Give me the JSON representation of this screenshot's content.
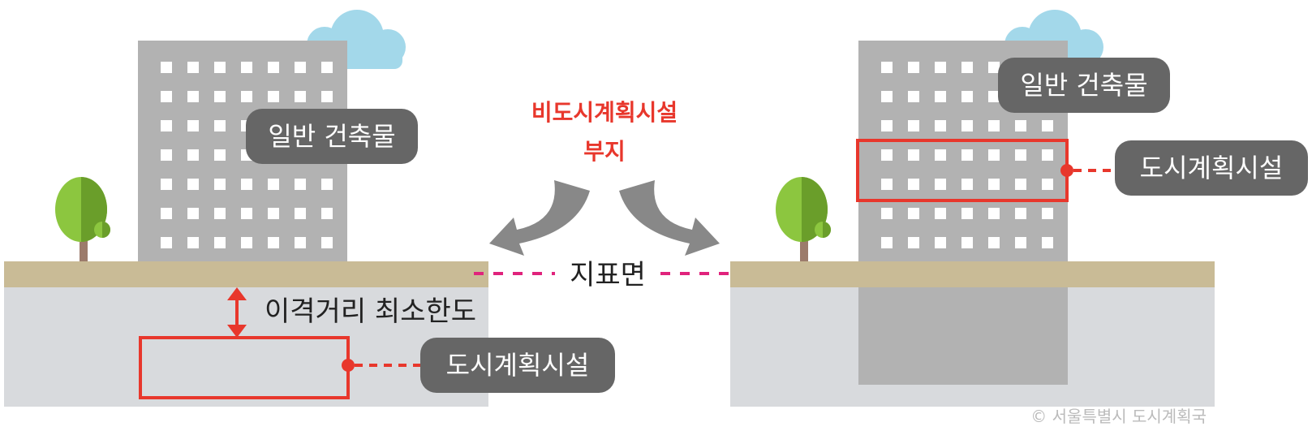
{
  "left_scene": {
    "building_label": "일반 건축물",
    "distance_label": "이격거리 최소한도",
    "facility_label": "도시계획시설"
  },
  "center": {
    "site_label_line1": "비도시계획시설",
    "site_label_line2": "부지",
    "ground_label": "지표면"
  },
  "right_scene": {
    "building_label": "일반 건축물",
    "facility_label": "도시계획시설"
  },
  "copyright": "© 서울특별시 도시계획국",
  "colors": {
    "accent_red": "#e8372c",
    "dash_pink": "#e0237c",
    "ground": "#c9bb96",
    "underground": "#d8dadd",
    "building": "#b2b2b2",
    "label_bg": "#666666",
    "cloud": "#a3d8ea",
    "tree_light": "#8cc63f",
    "tree_dark": "#6a9e2a",
    "trunk": "#9c7b6b",
    "arrow": "#888888"
  }
}
